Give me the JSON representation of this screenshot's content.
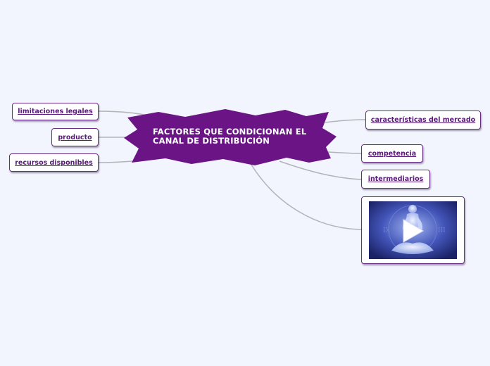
{
  "central_topic": {
    "title": "FACTORES QUE CONDICIONAN EL CANAL DE DISTRIBUCIÓN"
  },
  "left_topics": [
    {
      "label": "limitaciones legales"
    },
    {
      "label": "producto"
    },
    {
      "label": "recursos disponibles"
    }
  ],
  "right_topics": [
    {
      "label": "características del mercado"
    },
    {
      "label": "competencia"
    },
    {
      "label": "intermediarios"
    }
  ],
  "video": {
    "thumbnail_icon": "meditation-figure",
    "play_icon": "play-icon"
  },
  "colors": {
    "background": "#f2f5fd",
    "central_fill": "#6a1485",
    "topic_border": "#6b2c86",
    "topic_text": "#5a1a7a",
    "connector": "#b3b3b8"
  }
}
